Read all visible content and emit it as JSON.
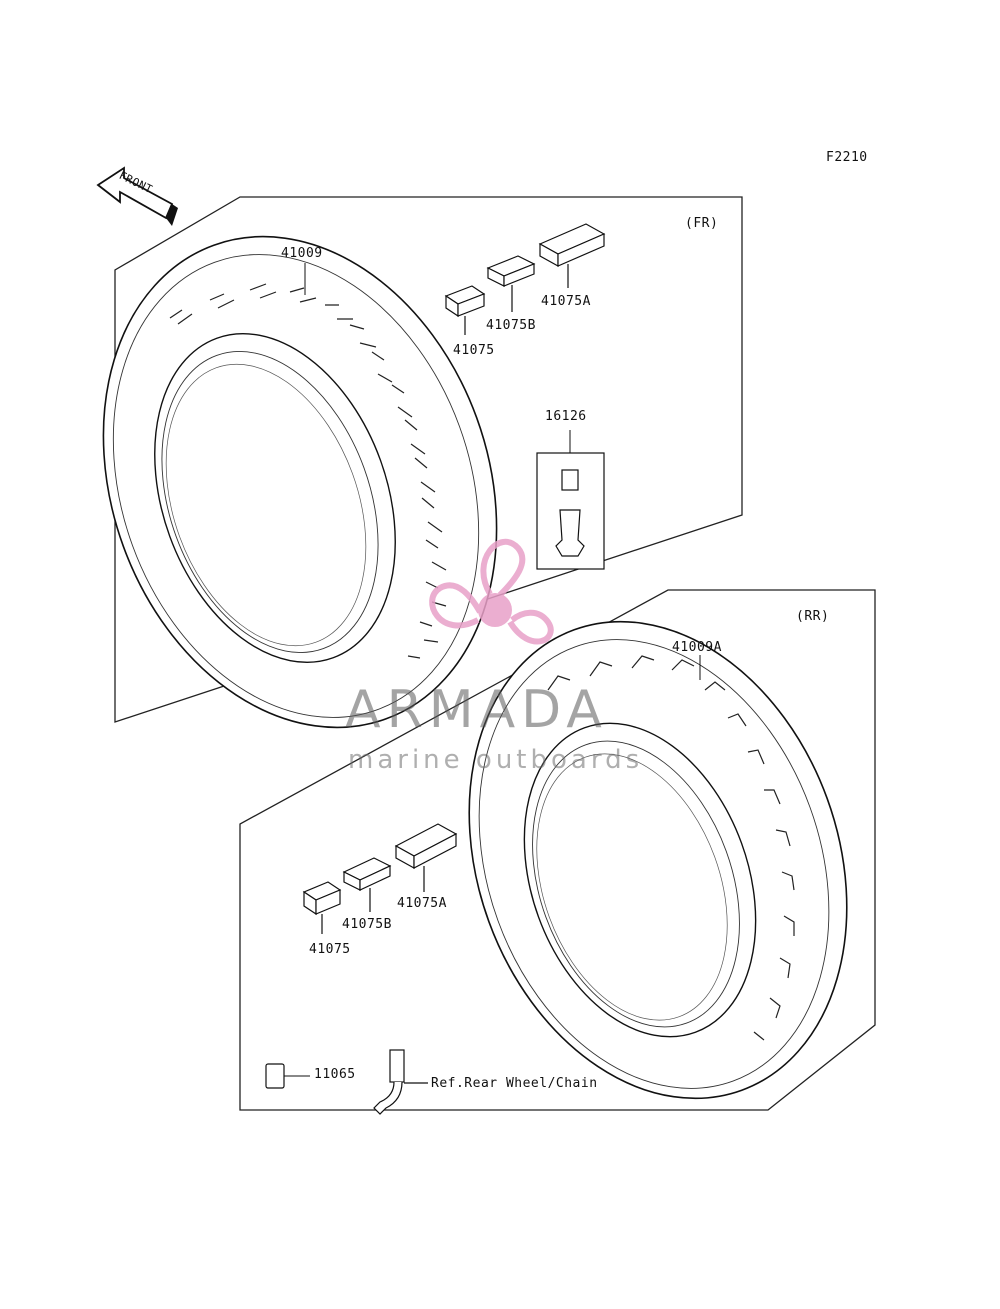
{
  "diagram": {
    "code": "F2210",
    "front_arrow_label": "FRONT",
    "sections": {
      "front": {
        "tag": "(FR)",
        "tire": "41009",
        "weights": [
          "41075",
          "41075B",
          "41075A"
        ],
        "valve": "16126"
      },
      "rear": {
        "tag": "(RR)",
        "tire": "41009A",
        "weights": [
          "41075",
          "41075B",
          "41075A"
        ],
        "cap": "11065",
        "reference": "Ref.Rear Wheel/Chain"
      }
    }
  },
  "watermark": {
    "title": "ARMADA",
    "subtitle": "marine outboards",
    "color": "#e8a0c8"
  }
}
